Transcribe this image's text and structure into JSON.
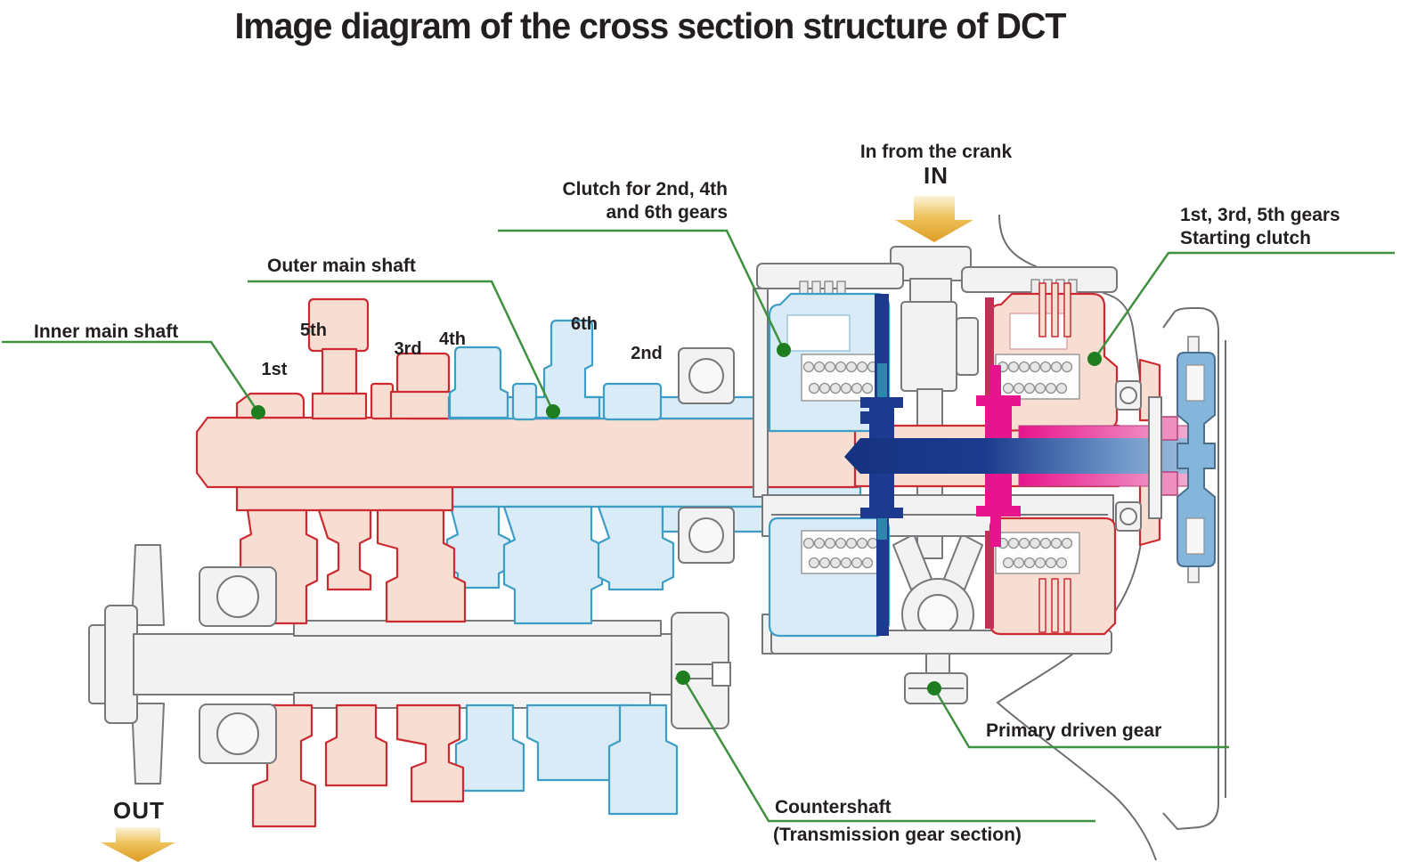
{
  "title": "Image diagram of the cross section structure of DCT",
  "flow": {
    "in_label": "In from the crank",
    "in_short": "IN",
    "out_short": "OUT"
  },
  "labels": {
    "clutch_246": {
      "line1": "Clutch for 2nd, 4th",
      "line2": "and 6th gears"
    },
    "clutch_135": {
      "line1": "1st, 3rd, 5th gears",
      "line2": "Starting clutch"
    },
    "outer_main_shaft": "Outer main shaft",
    "inner_main_shaft": "Inner main shaft",
    "primary_driven_gear": "Primary driven gear",
    "countershaft_line1": "Countershaft",
    "countershaft_line2": "(Transmission gear section)"
  },
  "gear_labels": {
    "first": "1st",
    "fifth": "5th",
    "third": "3rd",
    "fourth": "4th",
    "sixth": "6th",
    "second": "2nd"
  },
  "icons": {
    "in_arrow": "down-arrow",
    "out_arrow": "down-arrow",
    "leader_marker": "green-dot"
  },
  "palette": {
    "odd_gear_fill": "#f8ded2",
    "odd_gear_stroke": "#cc2a30",
    "even_gear_fill": "#d8ebf6",
    "even_gear_stroke": "#3d9dc5",
    "neutral_fill": "#f2f2f3",
    "neutral_stroke": "#77787b",
    "inner_shaft_core_navy": "#1c3b8e",
    "actuator_magenta": "#e8148d",
    "clutch_edge_crimson": "#c42f56",
    "hub_pink": "#ee8fc0",
    "rod_teal": "#2d87ad",
    "damper_blue": "#83b6da",
    "leader_line_green": "#3f9140",
    "leader_dot_green": "#1e7d1e",
    "flow_arrow_gold": "#dd9d25",
    "text_color": "#231f20"
  }
}
